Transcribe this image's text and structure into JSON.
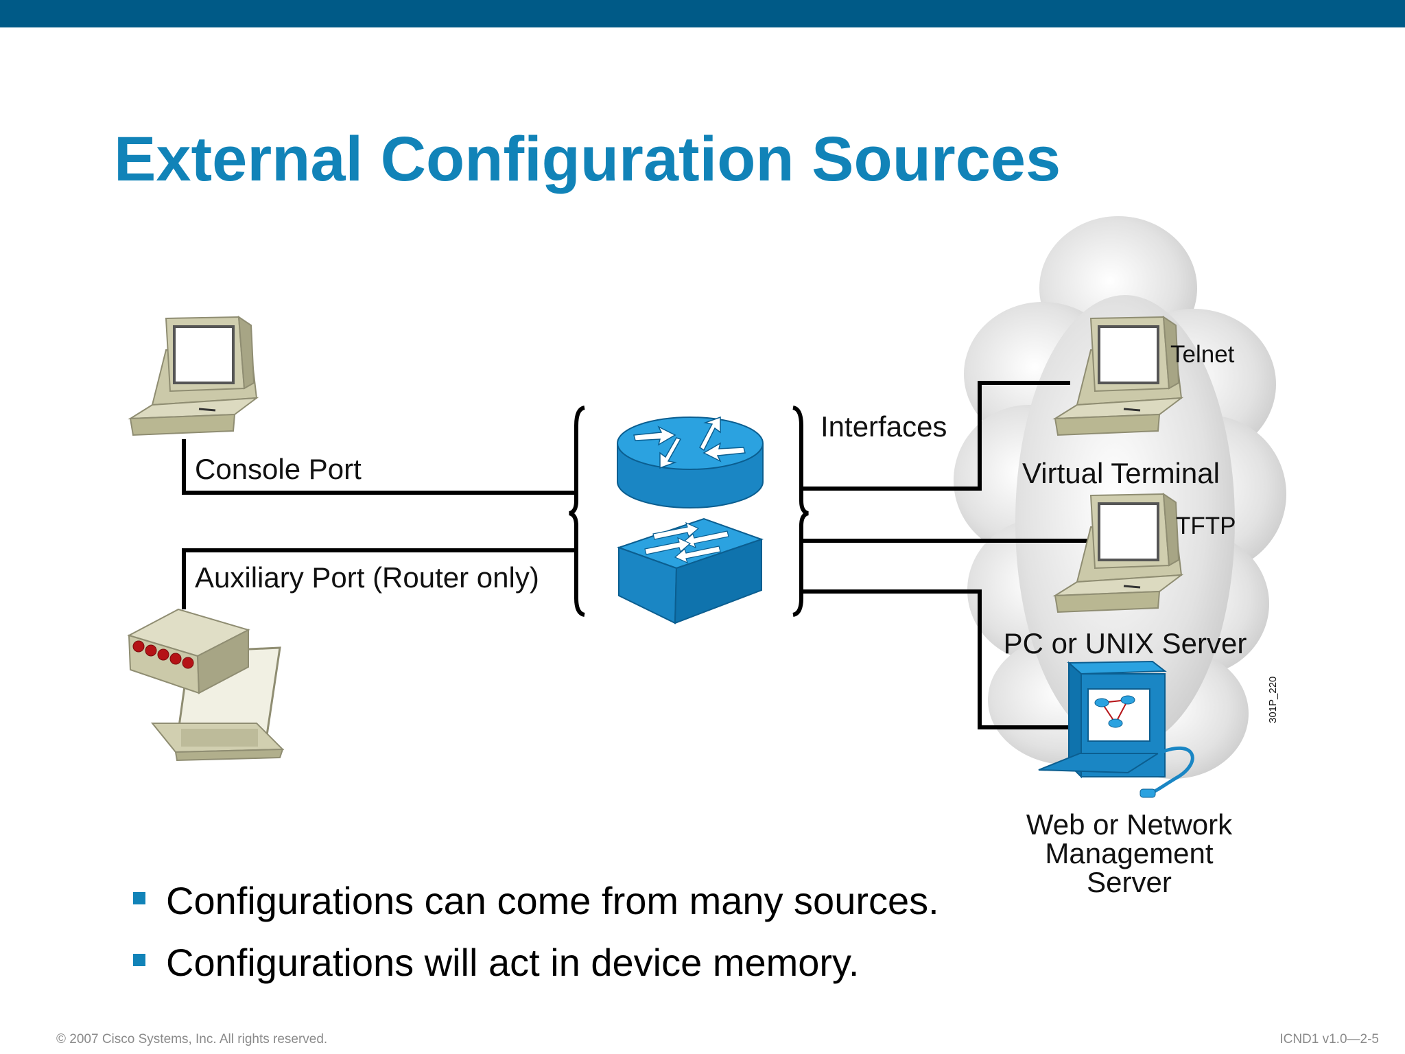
{
  "slide": {
    "title": "External Configuration Sources",
    "accent_color": "#1183b8",
    "bar_color": "#005a87"
  },
  "diagram": {
    "labels": {
      "console_port": "Console Port",
      "aux_port": "Auxiliary Port (Router only)",
      "interfaces": "Interfaces",
      "telnet": "Telnet",
      "virtual_terminal": "Virtual Terminal",
      "tftp": "TFTP",
      "pc_unix": "PC or UNIX Server",
      "web_nms_1": "Web or Network",
      "web_nms_2": "Management",
      "web_nms_3": "Server",
      "figure_id": "301P_220"
    },
    "icons": [
      "terminal-pc-icon",
      "modem-laptop-icon",
      "router-icon",
      "switch-icon",
      "cloud-icon",
      "network-management-server-icon"
    ]
  },
  "bullets": [
    "Configurations can come from many sources.",
    "Configurations will act in device memory."
  ],
  "footer": {
    "copyright": "© 2007 Cisco Systems, Inc. All rights reserved.",
    "course": "ICND1 v1.0—2-5"
  }
}
